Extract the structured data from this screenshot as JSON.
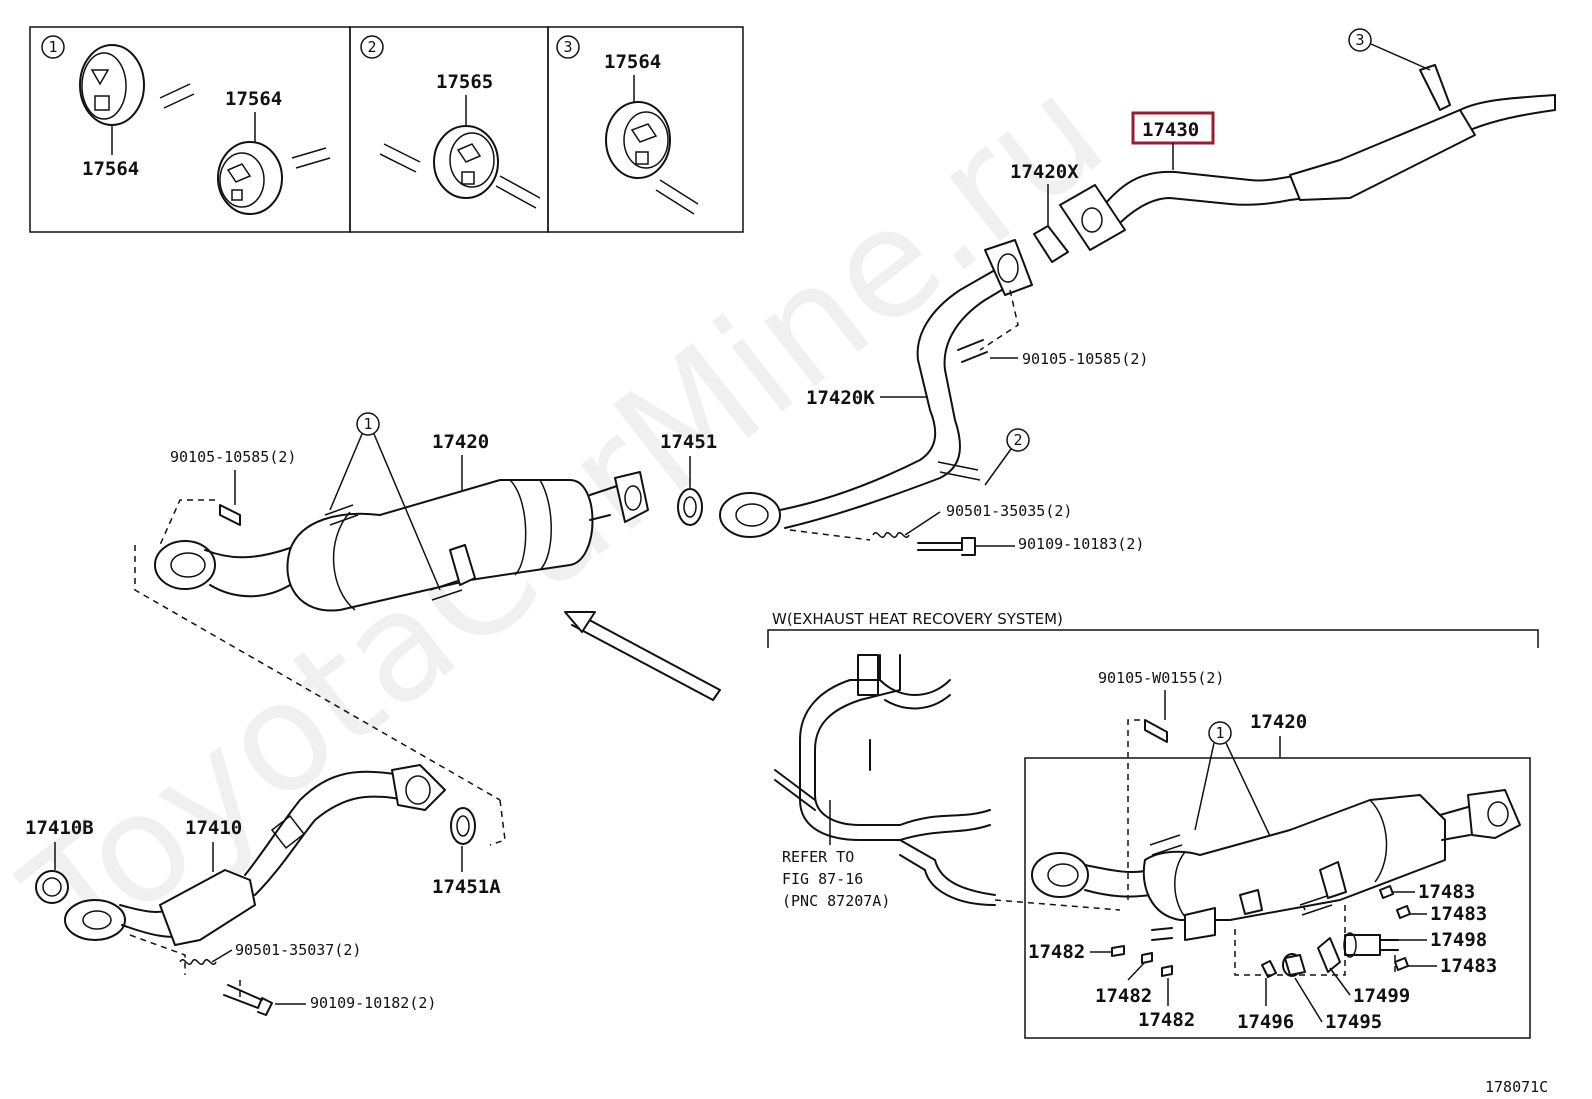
{
  "highlight_color": "#9b1b30",
  "inset_boxes": {
    "box1": {
      "marker": "1",
      "labels": [
        "17564",
        "17564"
      ]
    },
    "box2": {
      "marker": "2",
      "labels": [
        "17565"
      ]
    },
    "box3": {
      "marker": "3",
      "labels": [
        "17564"
      ]
    }
  },
  "markers": {
    "m1": "1",
    "m2": "2",
    "m3": "3"
  },
  "parts": {
    "p17430": "17430",
    "p17420X": "17420X",
    "p90105_10585_a": "90105-10585(2)",
    "p17420K": "17420K",
    "p90105_10585_b": "90105-10585(2)",
    "p17420": "17420",
    "p17451": "17451",
    "p90501_35035": "90501-35035(2)",
    "p90109_10183": "90109-10183(2)",
    "p17410B": "17410B",
    "p17410": "17410",
    "p17451A": "17451A",
    "p90501_35037": "90501-35037(2)",
    "p90109_10182": "90109-10182(2)"
  },
  "heat_recovery": {
    "title": "W(EXHAUST HEAT RECOVERY SYSTEM)",
    "refer_lines": [
      "REFER TO",
      "FIG 87-16",
      "(PNC 87207A)"
    ],
    "bolt": "90105-W0155(2)",
    "assembly": "17420",
    "marker": "1",
    "l17483a": "17483",
    "l17483b": "17483",
    "l17498": "17498",
    "l17483c": "17483",
    "l17482a": "17482",
    "l17482b": "17482",
    "l17482c": "17482",
    "l17499": "17499",
    "l17496": "17496",
    "l17495": "17495"
  },
  "watermark": "ToyotaCarMine.ru",
  "figure_id": "178071C"
}
